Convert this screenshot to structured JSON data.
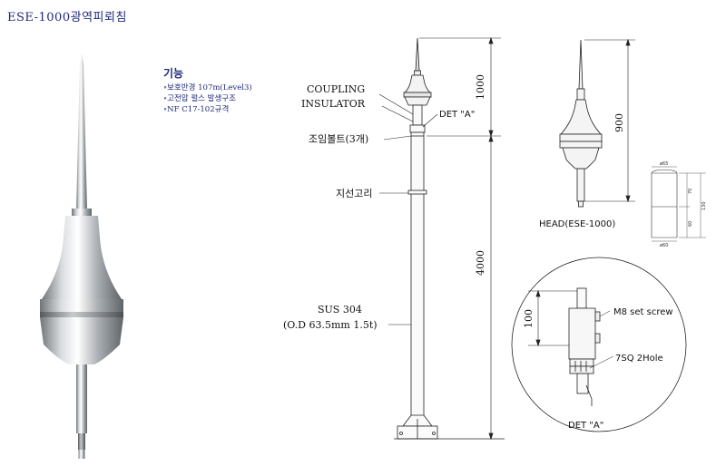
{
  "title": "ESE-1000광역피뢰침",
  "features": {
    "heading": "기능",
    "items": [
      "∘보호반경 107m(Level3)",
      "∘고전압 펄스 발생구조",
      "∘NF C17-102규격"
    ]
  },
  "drawing": {
    "coupling1": "COUPLING",
    "coupling2": "INSULATOR",
    "det_a": "DET \"A\"",
    "bolt": "조임볼트(3개)",
    "guy_ring": "지선고리",
    "material": "SUS 304",
    "spec": "(O.D 63.5mm 1.5t)",
    "dim_top": "1000",
    "dim_pole": "4000"
  },
  "head": {
    "dim": "900",
    "label": "HEAD(ESE-1000)"
  },
  "small_body": {
    "top_dia": "ø65",
    "bot_dia": "ø60",
    "dim_a": "70",
    "dim_b": "60",
    "dim_total": "130"
  },
  "detail": {
    "dim": "100",
    "screw": "M8 set screw",
    "hole": "7SQ 2Hole",
    "label": "DET \"A\""
  }
}
